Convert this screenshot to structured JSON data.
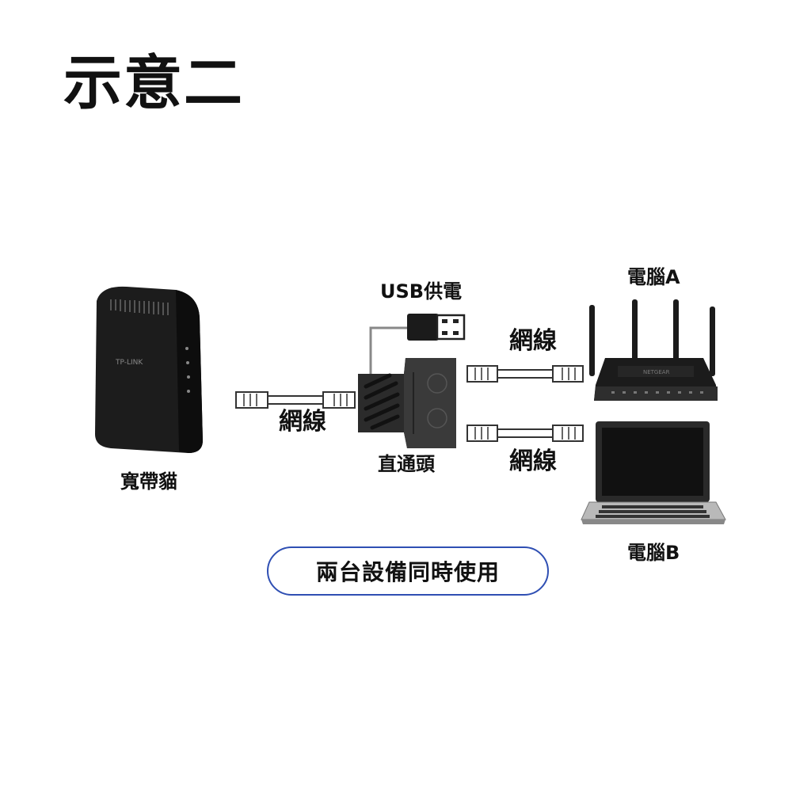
{
  "title": "示意二",
  "labels": {
    "modem": "寬帶貓",
    "cable_left": "網線",
    "usb_power": "USB供電",
    "cable_top": "網線",
    "cable_bottom": "網線",
    "adapter": "直通頭",
    "computer_a": "電腦A",
    "computer_b": "電腦B",
    "modem_brand": "TP-LINK",
    "router_brand": "NETGEAR"
  },
  "caption": "兩台設備同時使用",
  "colors": {
    "pill_border": "#2f4fb3",
    "device_black": "#1b1b1b"
  }
}
